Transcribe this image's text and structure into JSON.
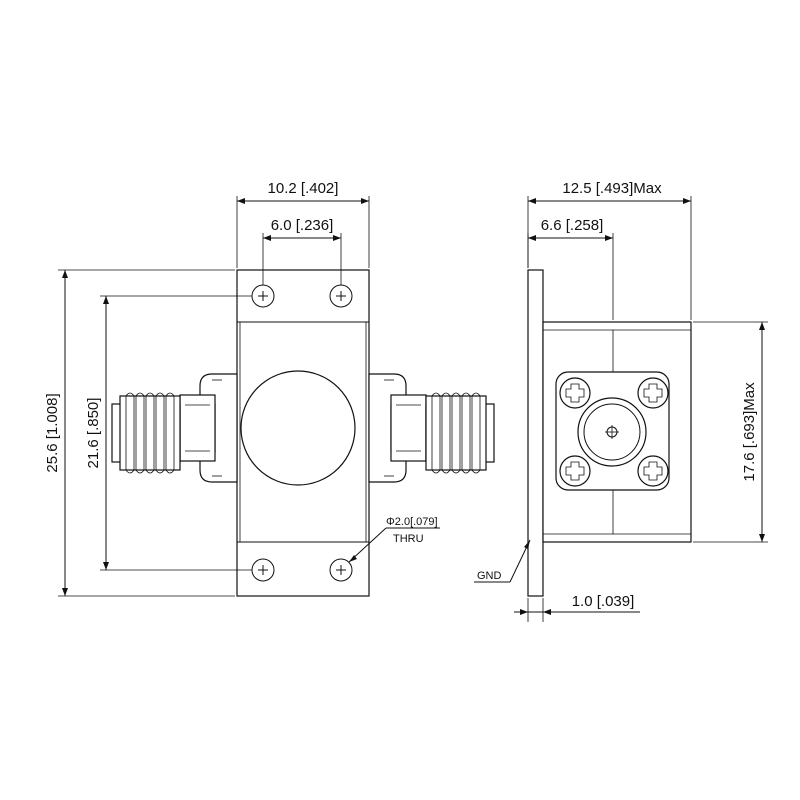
{
  "drawing": {
    "front_view": {
      "width_label": "10.2 [.402]",
      "hole_spacing_label": "6.0 [.236]",
      "height_label": "25.6 [1.008]",
      "hole_vertical_label": "21.6 [.850]",
      "hole_callout_line1": "Φ2.0[.079]",
      "hole_callout_line2": "THRU"
    },
    "side_view": {
      "depth_label": "12.5 [.493]Max",
      "connector_offset_label": "6.6 [.258]",
      "height_label": "17.6 [.693]Max",
      "flange_thickness_label": "1.0 [.039]",
      "gnd_label": "GND"
    }
  }
}
